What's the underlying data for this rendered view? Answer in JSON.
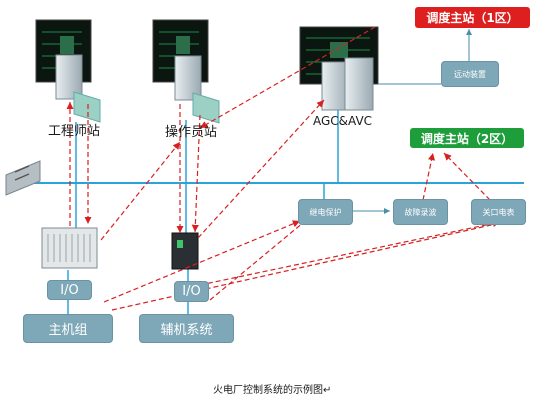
{
  "nodes": {
    "engineer_station": "工程师站",
    "operator_station": "操作员站",
    "agc_avc": "AGC&AVC",
    "dispatch_zone1": "调度主站（1区）",
    "dispatch_zone2": "调度主站（2区）",
    "remote_device": "远动装置",
    "relay_protection": "继电保护",
    "fault_recording": "故障录波",
    "gateway_meter": "关口电表",
    "io_left": "I/O",
    "io_right": "I/O",
    "main_unit": "主机组",
    "aux_system": "辅机系统"
  },
  "caption": "火电厂控制系统的示例图↵",
  "colors": {
    "zone1_banner": "#dd1f1f",
    "zone2_banner": "#1d9e3a",
    "box_fill": "#7ea7b8",
    "bus_line": "#2aa3d8",
    "dashed_link": "#d92020"
  }
}
